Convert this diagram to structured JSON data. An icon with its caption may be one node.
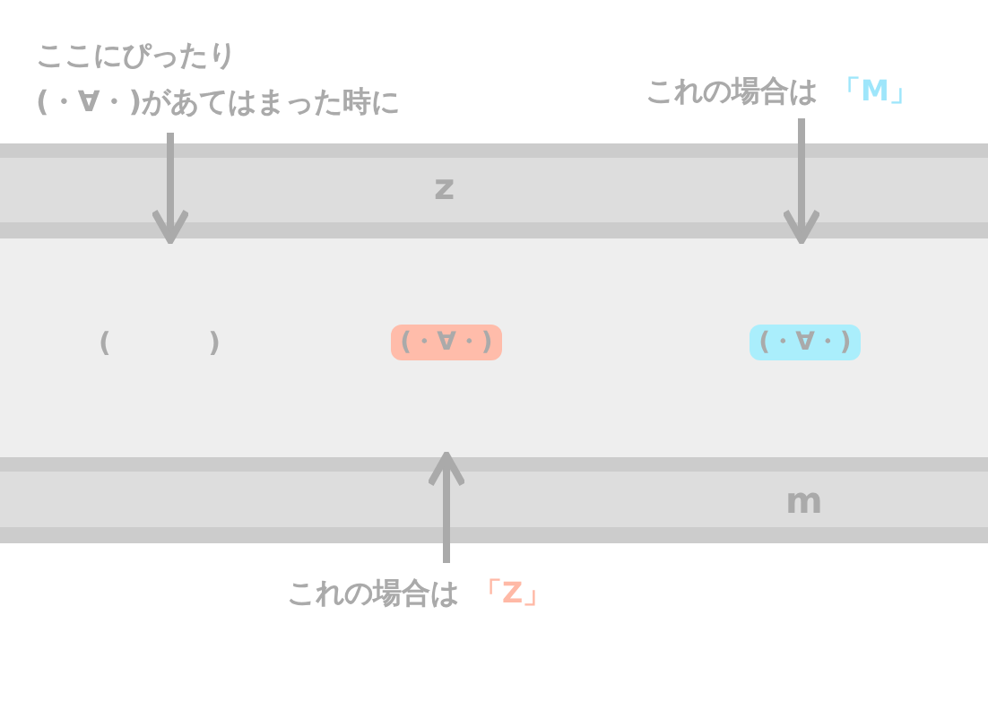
{
  "diagram": {
    "nodes": [
      {
        "text": [
          "ここにぴったり",
          "(・∀・)があてはまった時に"
        ]
      },
      {
        "text": [
          "これの場合は",
          "「M」"
        ]
      },
      {
        "text": [],
        "shape": "band"
      },
      {
        "text": [
          "(",
          ")"
        ],
        "in": 2
      },
      {
        "text": [
          "(・∀・)"
        ],
        "in": 2
      },
      {
        "text": [
          "(・∀・)"
        ],
        "in": 2
      },
      {
        "text": [
          "これの場合は",
          "「Z」"
        ]
      }
    ],
    "edges": [
      {
        "from": 0,
        "to": 2,
        "arrow": "to"
      },
      {
        "from": 1,
        "to": 2,
        "arrow": "to"
      },
      {
        "from": 6,
        "to": 2,
        "arrow": "to"
      }
    ],
    "labels": [
      "z",
      "m"
    ]
  }
}
